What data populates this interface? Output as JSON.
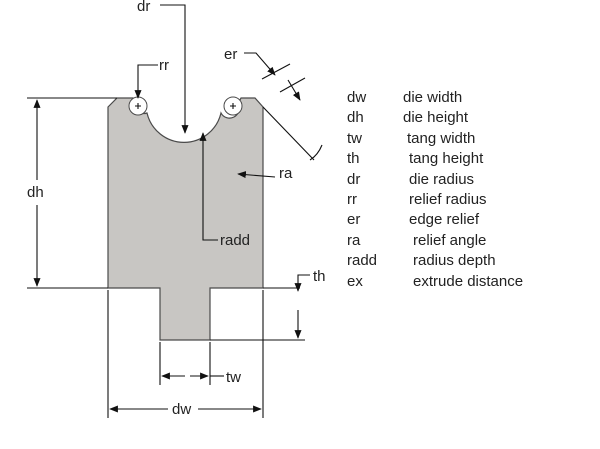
{
  "colors": {
    "part_fill": "#c8c6c3",
    "part_stroke": "#4a4a4a",
    "dimension_line": "#111111",
    "text": "#222222"
  },
  "callouts": {
    "dr": "dr",
    "rr": "rr",
    "er": "er",
    "ra": "ra",
    "radd": "radd",
    "dh": "dh",
    "th": "th",
    "tw": "tw",
    "dw": "dw"
  },
  "legend": [
    {
      "code": "dw",
      "desc": "die width",
      "offset": 0
    },
    {
      "code": "dh",
      "desc": "die height",
      "offset": 0
    },
    {
      "code": "tw",
      "desc": "tang width",
      "offset": 4
    },
    {
      "code": "th",
      "desc": "tang height",
      "offset": 6
    },
    {
      "code": "dr",
      "desc": "die radius",
      "offset": 6
    },
    {
      "code": "rr",
      "desc": "relief radius",
      "offset": 6
    },
    {
      "code": "er",
      "desc": "edge relief",
      "offset": 6
    },
    {
      "code": "ra",
      "desc": "relief angle",
      "offset": 10
    },
    {
      "code": "radd",
      "desc": "radius depth",
      "offset": 10
    },
    {
      "code": "ex",
      "desc": "extrude distance",
      "offset": 10
    }
  ]
}
